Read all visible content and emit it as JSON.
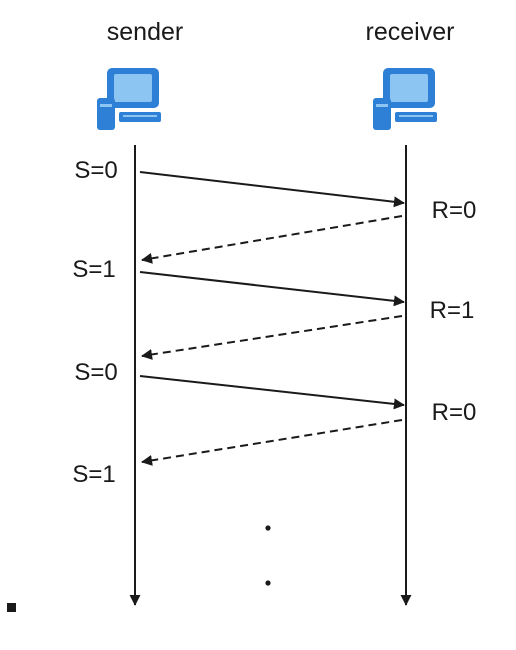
{
  "participants": {
    "sender": {
      "label": "sender",
      "icon": "computer-icon"
    },
    "receiver": {
      "label": "receiver",
      "icon": "computer-icon"
    }
  },
  "sender_states": [
    "S=0",
    "S=1",
    "S=0",
    "S=1"
  ],
  "receiver_states": [
    "R=0",
    "R=1",
    "R=0"
  ],
  "messages": [
    {
      "from": "sender",
      "to": "receiver",
      "style": "solid"
    },
    {
      "from": "receiver",
      "to": "sender",
      "style": "dashed"
    },
    {
      "from": "sender",
      "to": "receiver",
      "style": "solid"
    },
    {
      "from": "receiver",
      "to": "sender",
      "style": "dashed"
    },
    {
      "from": "sender",
      "to": "receiver",
      "style": "solid"
    },
    {
      "from": "receiver",
      "to": "sender",
      "style": "dashed"
    }
  ],
  "continuation": "vertical-ellipsis",
  "colors": {
    "icon_blue": "#2e7fd6",
    "icon_light": "#8cc4f2",
    "line": "#1a1a1a"
  }
}
